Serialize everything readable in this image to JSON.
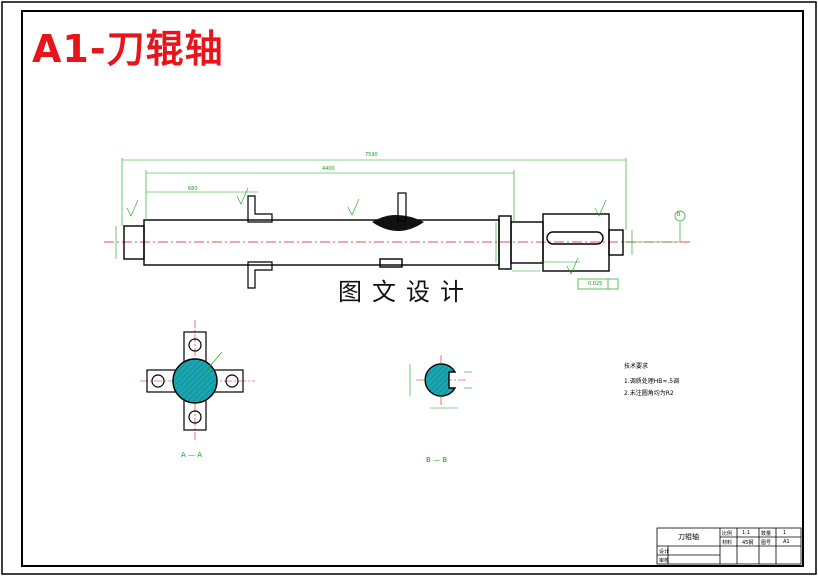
{
  "title": "A1-刀辊轴",
  "watermark": "图文设计",
  "dimensions": {
    "overall_length": "7590",
    "inner_length": "4400",
    "flange_width": "680"
  },
  "tolerance_box": "0.025",
  "datum_label": "B",
  "sections": {
    "a": "A — A",
    "b": "B — B"
  },
  "tech_requirements": {
    "heading": "技术要求",
    "items": [
      "1.调质处理HB≈.5调",
      "2.未注圆角均为R2"
    ]
  },
  "title_block": {
    "part_name": "刀辊轴",
    "cells": [
      "比例",
      "1:1",
      "数量",
      "1",
      "材料",
      "45钢",
      "图号",
      "A1",
      "设计",
      "审核"
    ]
  },
  "colors": {
    "frame": "#000000",
    "title": "#e8141c",
    "dimension": "#1aa01a",
    "centerline": "#e8141c",
    "section_fill": "#1aa6b0"
  }
}
